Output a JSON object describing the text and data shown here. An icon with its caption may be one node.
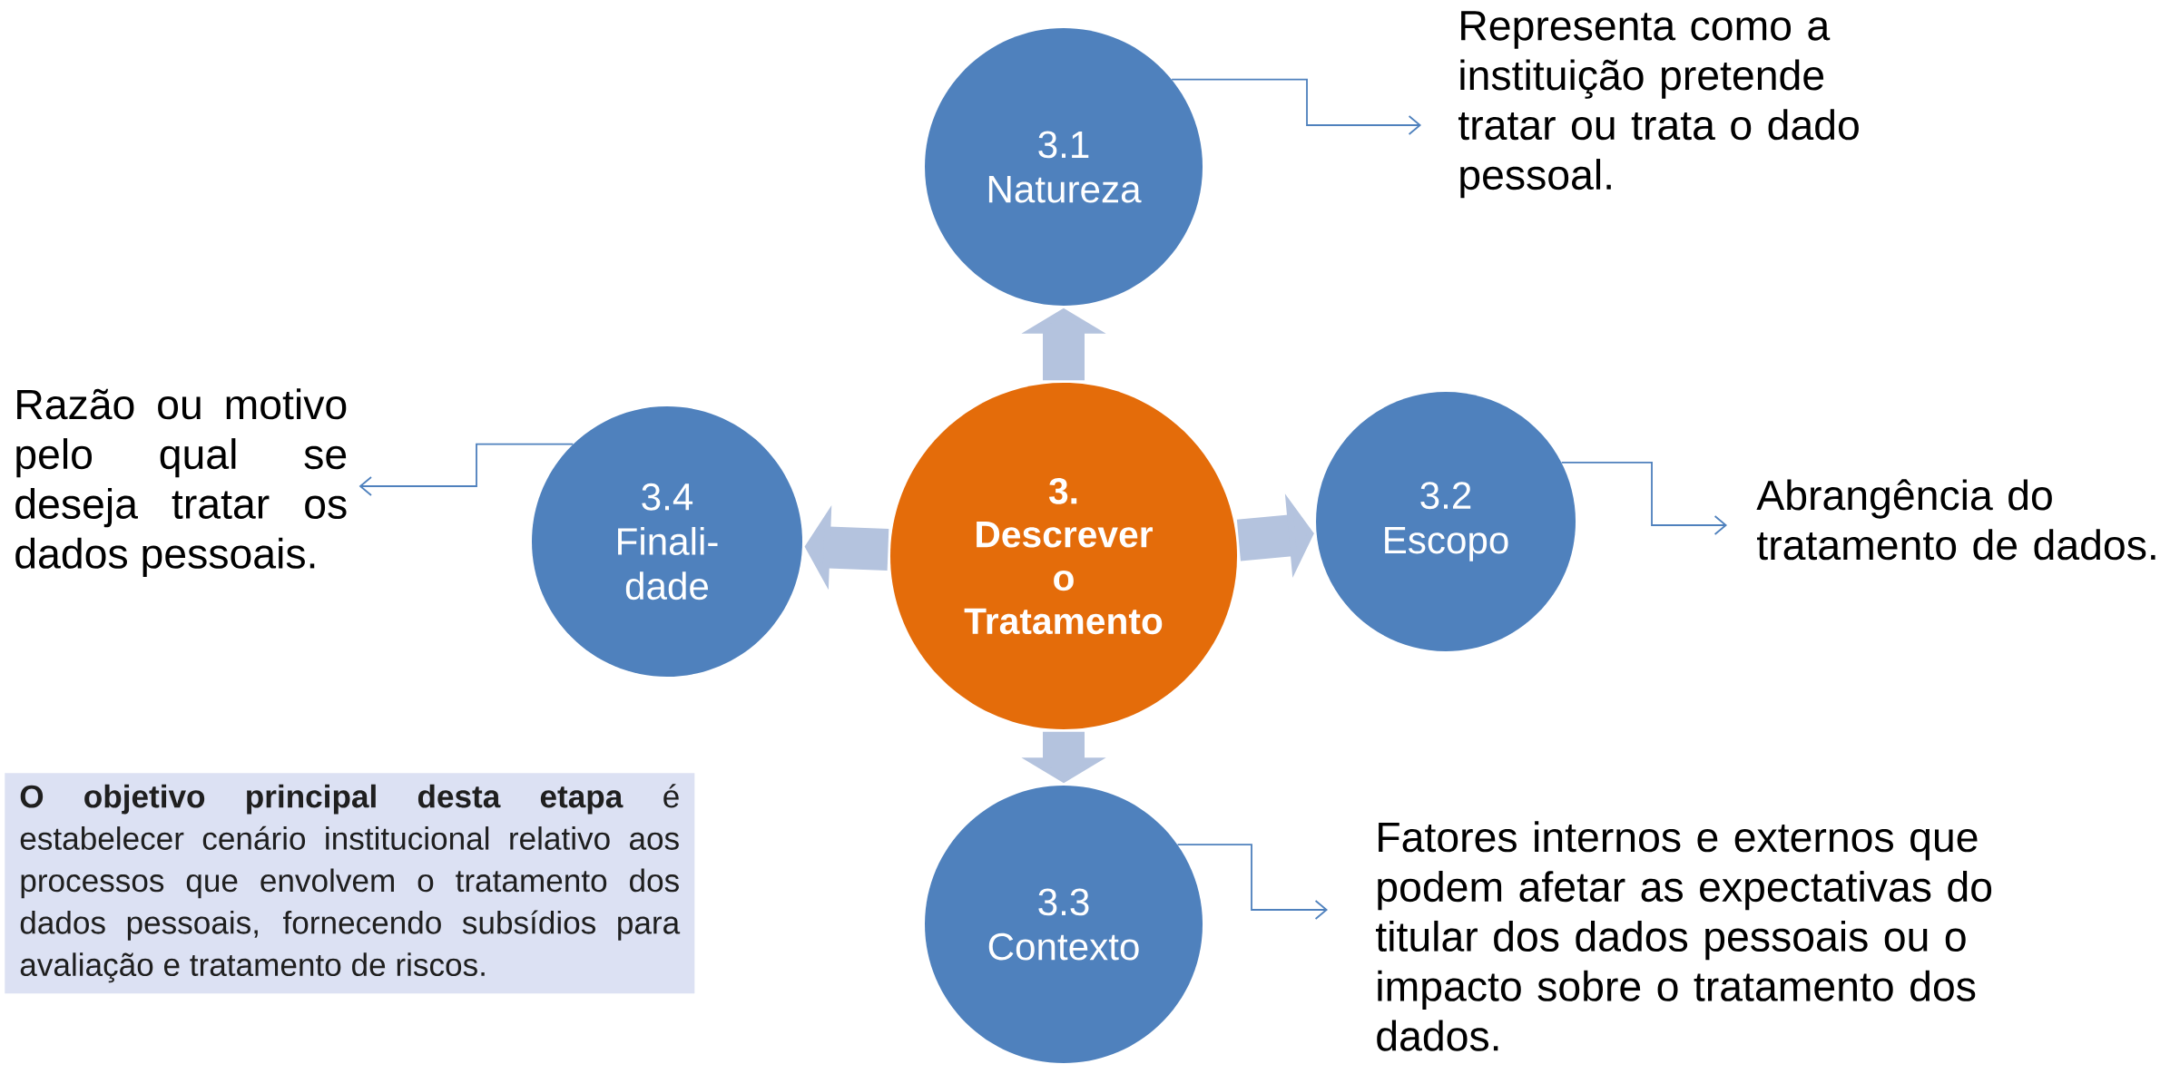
{
  "diagram": {
    "nodes": [
      {
        "text": [
          "3. Descrever o Tratamento"
        ]
      },
      {
        "text": [
          "3.1 Natureza"
        ]
      },
      {
        "text": [
          "3.2 Escopo"
        ]
      },
      {
        "text": [
          "3.3 Contexto"
        ]
      },
      {
        "text": [
          "3.4 Finali- dade"
        ]
      },
      {
        "text": [
          "Representa como a instituição pretende tratar ou trata o dado pessoal."
        ]
      },
      {
        "text": [
          "Abrangência do tratamento de dados."
        ]
      },
      {
        "text": [
          "Fatores internos e externos que podem afetar as expectativas do titular dos dados pessoais ou o impacto sobre o tratamento dos dados."
        ]
      },
      {
        "text": [
          "Razão ou motivo pelo qual se deseja tratar os dados pessoais."
        ]
      },
      {
        "text": [
          "**O objetivo principal desta etapa** é estabelecer cenário institucional relativo aos processos que envolvem o tratamento dos dados pessoais, fornecendo subsídios para avaliação e tratamento de riscos."
        ]
      }
    ],
    "edges": [
      {
        "from": 0,
        "to": 1,
        "arrow": "to",
        "style": "thick",
        "color": "#b4c3de"
      },
      {
        "from": 0,
        "to": 2,
        "arrow": "to",
        "style": "thick",
        "color": "#b4c3de"
      },
      {
        "from": 0,
        "to": 3,
        "arrow": "to",
        "style": "thick",
        "color": "#b4c3de"
      },
      {
        "from": 0,
        "to": 4,
        "arrow": "to",
        "style": "thick",
        "color": "#b4c3de"
      },
      {
        "from": 1,
        "to": 5,
        "arrow": "to",
        "color": "#4f81bd"
      },
      {
        "from": 2,
        "to": 6,
        "arrow": "to",
        "color": "#4f81bd"
      },
      {
        "from": 3,
        "to": 7,
        "arrow": "to",
        "color": "#4f81bd"
      },
      {
        "from": 4,
        "to": 8,
        "arrow": "to",
        "color": "#4f81bd"
      }
    ]
  }
}
